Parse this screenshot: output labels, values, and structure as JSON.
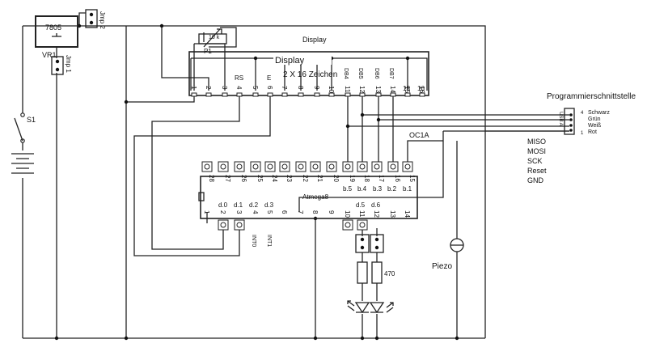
{
  "regulator": {
    "part": "7805",
    "ref": "VR1"
  },
  "jumpers": {
    "jmp1": "Jmp 1",
    "jmp2": "Jmp 2"
  },
  "switch": {
    "label": "S1"
  },
  "pot": {
    "value": "10 k",
    "ref": "P1"
  },
  "display": {
    "header": "Display",
    "name": "Display",
    "desc": "2 X 16 Zeichen",
    "pin_labels": [
      "RS",
      "E",
      "DB4",
      "DB5",
      "DB6",
      "DB7",
      "15",
      "16"
    ],
    "pins": [
      "1",
      "2",
      "3",
      "4",
      "5",
      "6",
      "7",
      "8",
      "9",
      "10",
      "11",
      "12",
      "13",
      "14",
      "15",
      "16"
    ]
  },
  "programmer": {
    "title": "Programmierschnittstelle",
    "wires": [
      "Schwarz",
      "Grün",
      "Weiß",
      "Rot"
    ],
    "signals": [
      "MISO",
      "MOSI",
      "SCK",
      "Reset",
      "GND"
    ],
    "connector_text": "USB A",
    "pin_numbers": [
      "4",
      "1"
    ]
  },
  "mcu": {
    "name": "Atmega8",
    "top_pins": [
      "28",
      "27",
      "26",
      "25",
      "24",
      "23",
      "22",
      "21",
      "20",
      "19",
      "18",
      "17",
      "16",
      "15"
    ],
    "bottom_pins": [
      "1",
      "2",
      "3",
      "4",
      "5",
      "6",
      "7",
      "8",
      "9",
      "10",
      "11",
      "12",
      "13",
      "14"
    ],
    "port_b": [
      "b.5",
      "b.4",
      "b.3",
      "b.2",
      "b.1"
    ],
    "port_d": [
      "d.0",
      "d.1",
      "d.2",
      "d.3",
      "d.5",
      "d.6"
    ],
    "int_labels": [
      "INT0",
      "INT1"
    ]
  },
  "oc1a": "OC1A",
  "resistor_value": "470",
  "piezo": "Piezo"
}
